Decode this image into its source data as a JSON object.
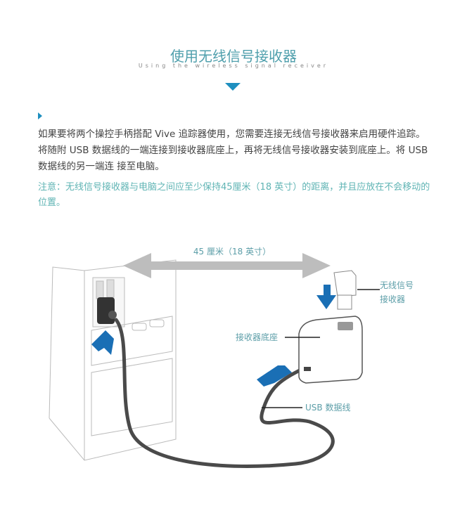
{
  "header": {
    "title": "使用无线信号接收器",
    "subtitle": "Using the wireless signal receiver"
  },
  "body": {
    "paragraph": "如果要将两个操控手柄搭配 Vive 追踪器使用，您需要连接无线信号接收器来启用硬件追踪。 将随附 USB 数据线的一端连接到接收器底座上，再将无线信号接收器安装到底座上。将 USB 数据线的另一端连 接至电脑。",
    "note": "注意：无线信号接收器与电脑之间应至少保持45厘米（18 英寸）的距离，并且应放在不会移动的位置。"
  },
  "diagram": {
    "distance": "45 厘米（18 英寸）",
    "receiver_line1": "无线信号",
    "receiver_line2": "接收器",
    "base": "接收器底座",
    "cable": "USB 数据线"
  },
  "colors": {
    "accent": "#1e8fbf",
    "teal": "#4f9fac"
  }
}
